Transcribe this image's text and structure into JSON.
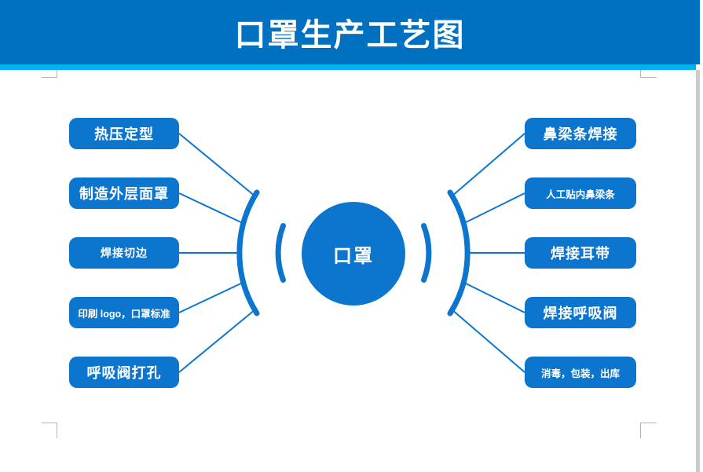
{
  "title": "口罩生产工艺图",
  "center": {
    "label": "口罩"
  },
  "left_nodes": [
    {
      "label": "热压定型"
    },
    {
      "label": "制造外层面罩"
    },
    {
      "label": "焊接切边"
    },
    {
      "label": "印刷 logo，口罩标准"
    },
    {
      "label": "呼吸阀打孔"
    }
  ],
  "right_nodes": [
    {
      "label": "鼻梁条焊接"
    },
    {
      "label": "人工贴内鼻梁条"
    },
    {
      "label": "焊接耳带"
    },
    {
      "label": "焊接呼吸阀"
    },
    {
      "label": "消毒，包装，出库"
    }
  ],
  "colors": {
    "banner_blue": "#0070c0",
    "accent_strip_blue": "#00b0f0",
    "shape_blue": "#0c76cf",
    "text_white": "#ffffff"
  }
}
